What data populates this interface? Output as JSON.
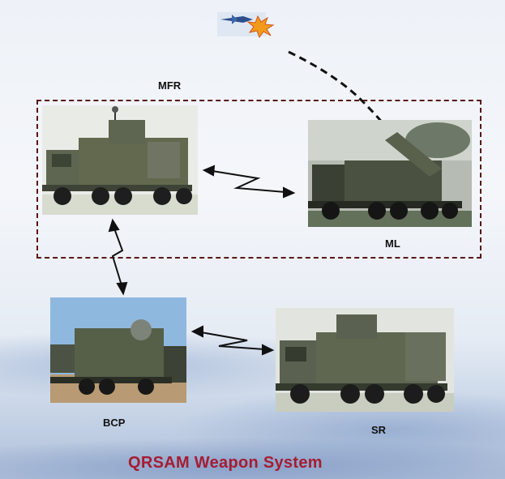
{
  "title": "QRSAM Weapon System",
  "nodes": {
    "mfr": "MFR",
    "ml": "ML",
    "bcp": "BCP",
    "sr": "SR"
  },
  "colors": {
    "title": "#a51d33",
    "dashed_box": "#5a1616",
    "vehicle": "#5b6350"
  }
}
